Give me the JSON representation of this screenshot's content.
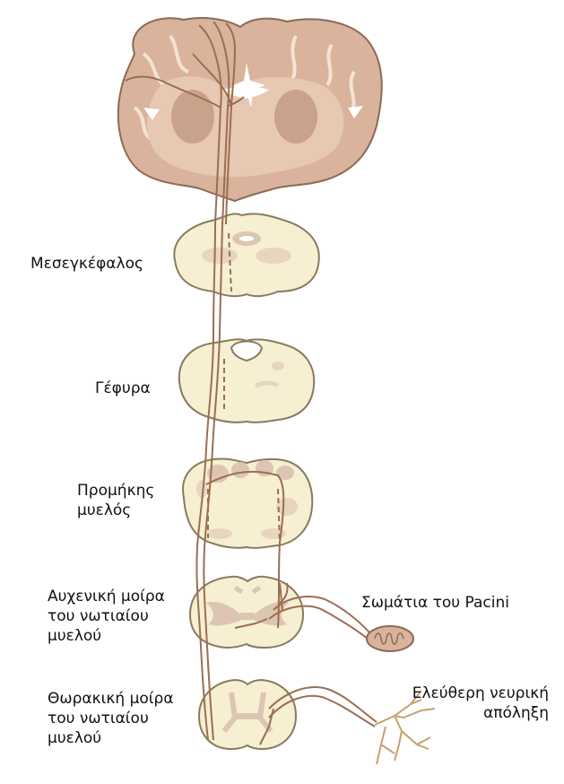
{
  "labels": {
    "midbrain": "Μεσεγκέφαλος",
    "pons": "Γέφυρα",
    "medulla": [
      "Προμήκης",
      "μυελός"
    ],
    "cervical": [
      "Αυχενική μοίρα",
      "του νωτιαίου",
      "μυελού"
    ],
    "thoracic": [
      "Θωρακική μοίρα",
      "του νωτιαίου",
      "μυελού"
    ],
    "pacini": "Σωμάτια του Pacini",
    "free_ending": [
      "Ελεύθερη νευρική",
      "απόληξη"
    ]
  },
  "colors": {
    "cortex": "#d9b39c",
    "cortex_stroke": "#8c6a55",
    "section_fill": "#f6efd2",
    "section_stroke": "#8a7a60",
    "gray_matter": "#dcc6b3",
    "pathway": "#9b6e52"
  }
}
